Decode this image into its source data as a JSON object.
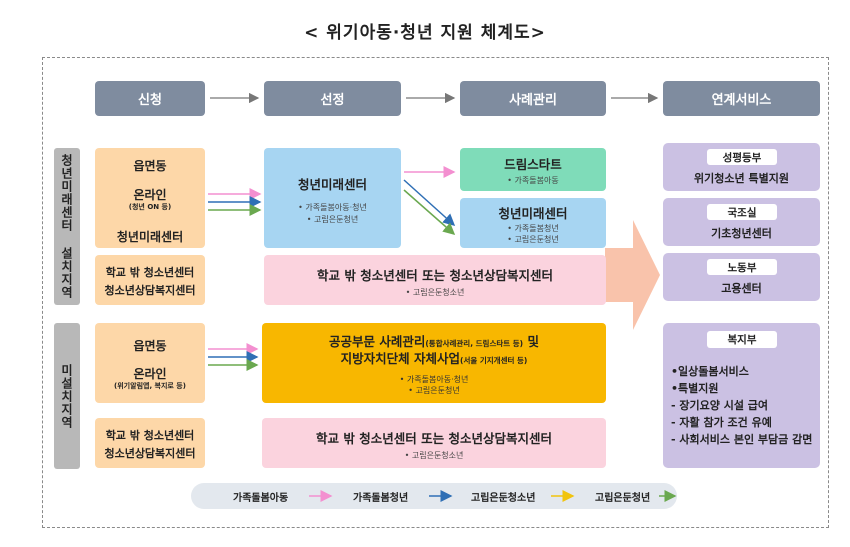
{
  "title": "< 위기아동·청년 지원 체계도>",
  "headers": [
    "신청",
    "선정",
    "사례관리",
    "연계서비스"
  ],
  "regions": {
    "with_center": "청년미래센터 설치지역",
    "without_center": "미설치지역"
  },
  "apply_top": {
    "line1": "읍면동",
    "line2": "온라인",
    "line2_sub": "(청년 ON 등)",
    "line3": "청년미래센터"
  },
  "apply_school_top": {
    "line1": "학교 밖 청소년센터",
    "line2": "청소년상담복지센터"
  },
  "apply_bottom": {
    "line1": "읍면동",
    "line2": "온라인",
    "line2_sub": "(위기알림앱, 복지로 등)"
  },
  "apply_school_bottom": {
    "line1": "학교 밖 청소년센터",
    "line2": "청소년상담복지센터"
  },
  "select_center": {
    "title": "청년미래센터",
    "sub1": "• 가족돌봄아동·청년",
    "sub2": "• 고립은둔청년"
  },
  "dream_start": {
    "title": "드림스타트",
    "sub1": "• 가족돌봄아동"
  },
  "case_center": {
    "title": "청년미래센터",
    "sub1": "• 가족돌봄청년",
    "sub2": "• 고립은둔청년"
  },
  "school_wide_top": {
    "title": "학교 밖 청소년센터 또는 청소년상담복지센터",
    "sub1": "• 고립은둔청소년"
  },
  "public_case": {
    "line1": "공공부문 사례관리",
    "line1_sub": "(통합사례관리, 드림스타트 등)",
    "line1_end": "및",
    "line2": "지방자치단체 자체사업",
    "line2_sub": "(서울 기지개센터 등)",
    "sub1": "• 가족돌봄아동·청년",
    "sub2": "• 고립은둔청년"
  },
  "school_wide_bottom": {
    "title": "학교 밖 청소년센터 또는 청소년상담복지센터",
    "sub1": "• 고립은둔청소년"
  },
  "services": [
    {
      "org": "성평등부",
      "desc": "위기청소년 특별지원"
    },
    {
      "org": "국조실",
      "desc": "기초청년센터"
    },
    {
      "org": "노동부",
      "desc": "고용센터"
    }
  ],
  "welfare": {
    "org": "복지부",
    "items": [
      "•일상돌봄서비스",
      "•특별지원",
      "- 장기요양 시설 급여",
      "- 자활 참가 조건 유예",
      "- 사회서비스 본인 부담금 감면"
    ]
  },
  "legend": [
    {
      "label": "가족돌봄아동",
      "color": "#f38fd0"
    },
    {
      "label": "가족돌봄청년",
      "color": "#2f6fb5"
    },
    {
      "label": "고립은둔청소년",
      "color": "#f1c40f"
    },
    {
      "label": "고립은둔청년",
      "color": "#6aa84f"
    }
  ],
  "colors": {
    "header": "#7f8c9f",
    "apply": "#fdd7a8",
    "center": "#a7d5f2",
    "dream_start": "#7fdcb9",
    "school": "#fbd3de",
    "public": "#f8b700",
    "service": "#cbc1e3",
    "flow_arrow": "#f9c3ab"
  }
}
